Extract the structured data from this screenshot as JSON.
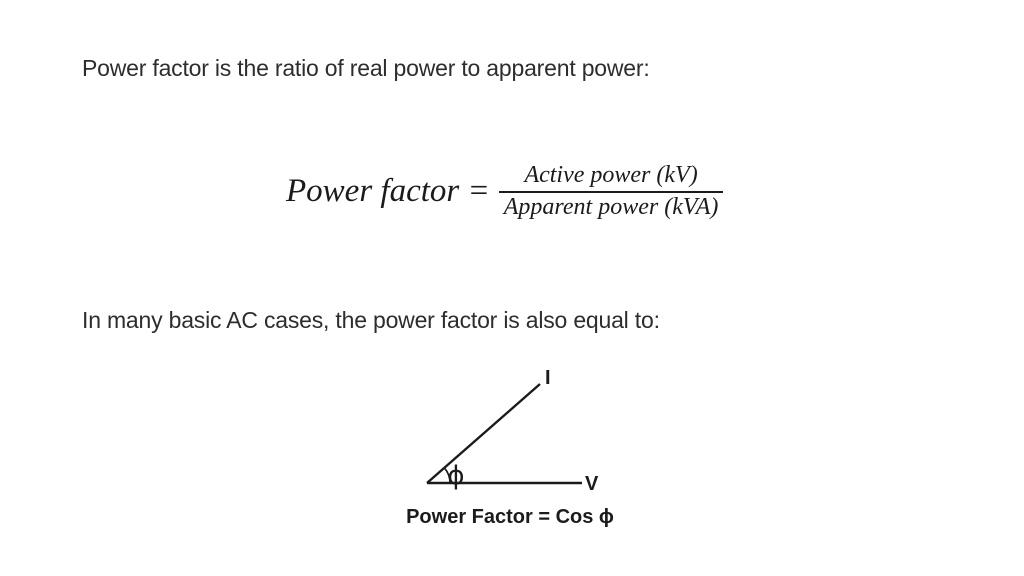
{
  "slide": {
    "background_color": "#ffffff",
    "body_text_color": "#2d2d2d",
    "ink_color": "#1b1b1b",
    "intro_text": "Power factor is the ratio of real power to apparent power:",
    "second_text": "In many basic AC cases, the power factor is also equal to:"
  },
  "formula": {
    "lhs": "Power factor =",
    "numerator": "Active power (kV)",
    "denominator": "Apparent power (kVA)"
  },
  "diagram": {
    "current_label": "I",
    "voltage_label": "V",
    "angle_label": "ϕ",
    "caption": "Power Factor = Cos ϕ"
  }
}
